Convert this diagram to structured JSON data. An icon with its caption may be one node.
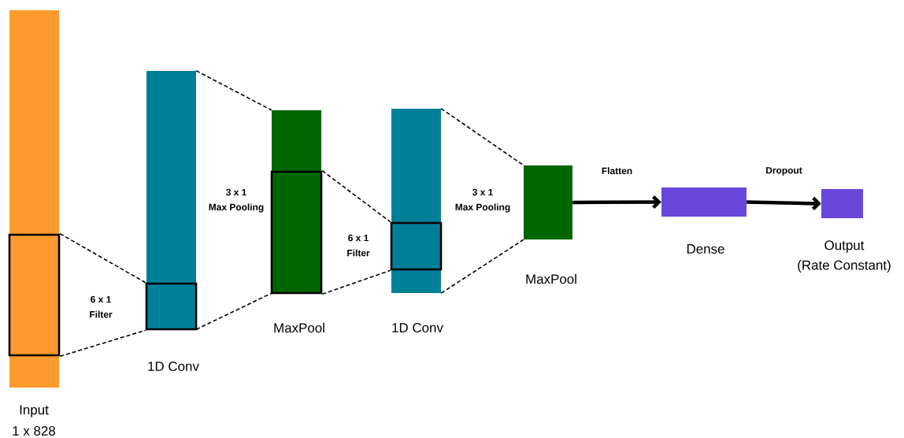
{
  "diagram": {
    "nodes": [
      {
        "text": [
          "Input",
          "1 x 828"
        ]
      },
      {
        "text": [],
        "shape": "box",
        "in": 0
      },
      {
        "text": [
          "1D Conv"
        ]
      },
      {
        "text": [],
        "shape": "box",
        "in": 2
      },
      {
        "text": [
          "MaxPool"
        ]
      },
      {
        "text": [],
        "shape": "box",
        "in": 4
      },
      {
        "text": [
          "1D Conv"
        ]
      },
      {
        "text": [],
        "shape": "box",
        "in": 6
      },
      {
        "text": [
          "MaxPool"
        ]
      },
      {
        "text": [
          "Dense"
        ]
      },
      {
        "text": [
          "Output",
          "(Rate Constant)"
        ]
      }
    ],
    "edges": [
      {
        "from": 1,
        "to": 3,
        "arrow": "none",
        "style": "dashed"
      },
      {
        "from": 1,
        "to": 3,
        "arrow": "none",
        "style": "dashed"
      },
      {
        "from": 2,
        "to": 4,
        "arrow": "none",
        "style": "dashed"
      },
      {
        "from": 2,
        "to": 4,
        "arrow": "none",
        "style": "dashed"
      },
      {
        "from": 5,
        "to": 7,
        "arrow": "none",
        "style": "dashed"
      },
      {
        "from": 5,
        "to": 7,
        "arrow": "none",
        "style": "dashed"
      },
      {
        "from": 6,
        "to": 8,
        "arrow": "none",
        "style": "dashed"
      },
      {
        "from": 6,
        "to": 8,
        "arrow": "none",
        "style": "dashed"
      },
      {
        "from": 8,
        "to": 9,
        "arrow": "to",
        "style": "thick",
        "label": "Flatten"
      },
      {
        "from": 9,
        "to": 10,
        "arrow": "to",
        "style": "thick",
        "label": "Dropout"
      }
    ],
    "labels": [
      "3 x 1",
      "Max Pooling",
      "6 x 1",
      "Filter",
      "6 x 1",
      "Filter",
      "3 x 1",
      "Max Pooling"
    ]
  }
}
